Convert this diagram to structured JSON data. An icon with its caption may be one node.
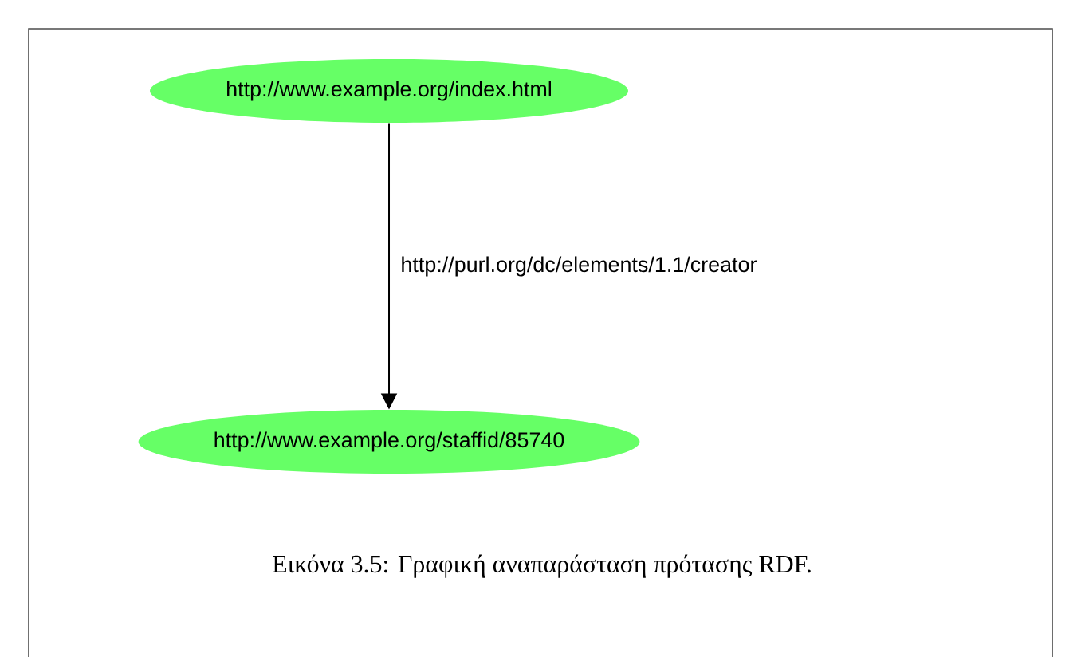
{
  "diagram": {
    "caption": "Εικόνα 3.5: Γραφική αναπαράσταση πρότασης RDF.",
    "nodes": [
      {
        "text": [
          "http://www.example.org/index.html"
        ]
      },
      {
        "text": [
          "http://www.example.org/staffid/85740"
        ]
      }
    ],
    "edges": [
      {
        "from": 0,
        "to": 1,
        "arrow": "to",
        "label": "http://purl.org/dc/elements/1.1/creator"
      }
    ]
  }
}
